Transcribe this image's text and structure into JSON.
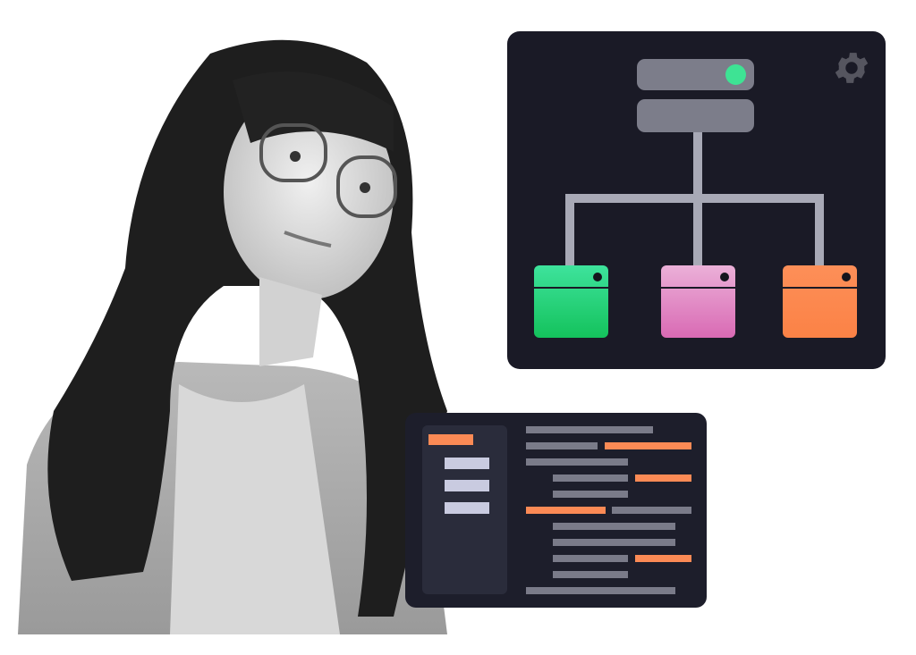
{
  "colors": {
    "panel_bg": "#1a1a26",
    "server": "#7c7d8a",
    "status_online": "#3ee394",
    "connector": "#a8a9b6",
    "node_green": "#2fdc86",
    "node_pink": "#e08ac6",
    "node_orange": "#fb8a55",
    "code_accent": "#fb8a55",
    "code_line": "#7a7b89"
  },
  "diagram": {
    "icons": [
      "server-icon",
      "status-dot-icon",
      "gear-icon"
    ],
    "nodes": [
      {
        "color": "green"
      },
      {
        "color": "pink"
      },
      {
        "color": "orange"
      }
    ]
  },
  "code_editor": {
    "sidebar_items": 4,
    "code_lines": 11
  }
}
